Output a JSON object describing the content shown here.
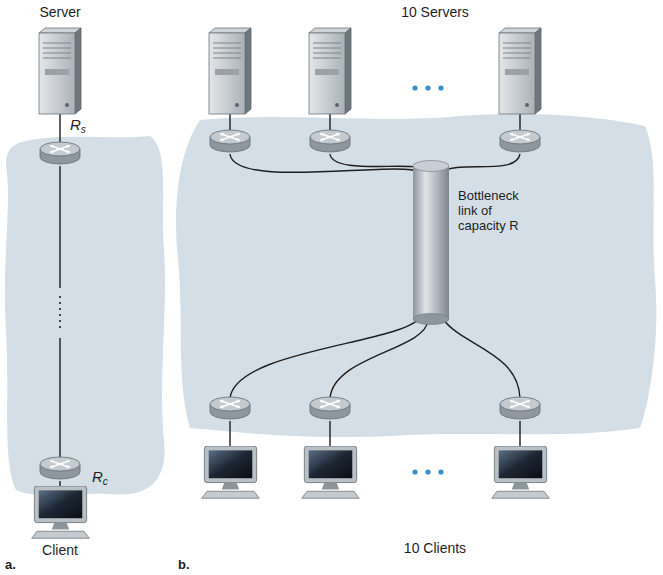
{
  "diagram": {
    "nodes": [
      {
        "text": [
          "Bottleneck link of capacity R"
        ]
      }
    ],
    "labels": [
      "Server",
      "Rs",
      "Rc",
      "Client",
      "a.",
      "10 Servers",
      "10 Clients",
      "b."
    ]
  }
}
